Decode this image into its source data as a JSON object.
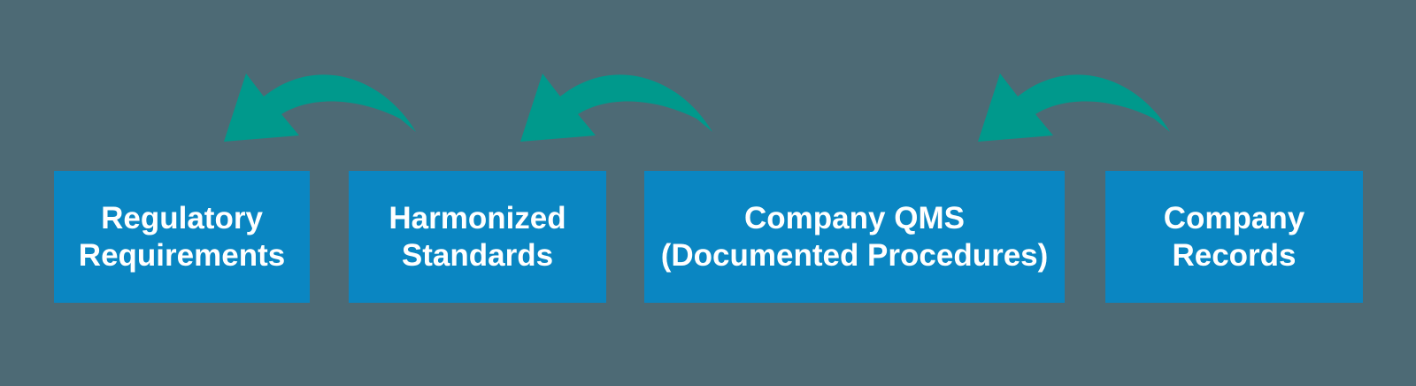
{
  "colors": {
    "background": "#4D6A75",
    "box": "#0A86C2",
    "arrow": "#00998C",
    "text": "#FFFFFF"
  },
  "boxes": [
    {
      "id": "regulatory-requirements",
      "lines": [
        "Regulatory",
        "Requirements"
      ]
    },
    {
      "id": "harmonized-standards",
      "lines": [
        "Harmonized",
        "Standards"
      ]
    },
    {
      "id": "company-qms",
      "lines": [
        "Company QMS",
        "(Documented Procedures)"
      ]
    },
    {
      "id": "company-records",
      "lines": [
        "Company",
        "Records"
      ]
    }
  ],
  "arrows": [
    {
      "icon": "curved-arrow-left",
      "from": "harmonized-standards",
      "to": "regulatory-requirements"
    },
    {
      "icon": "curved-arrow-left",
      "from": "company-qms",
      "to": "harmonized-standards"
    },
    {
      "icon": "curved-arrow-left",
      "from": "company-records",
      "to": "company-qms"
    }
  ]
}
